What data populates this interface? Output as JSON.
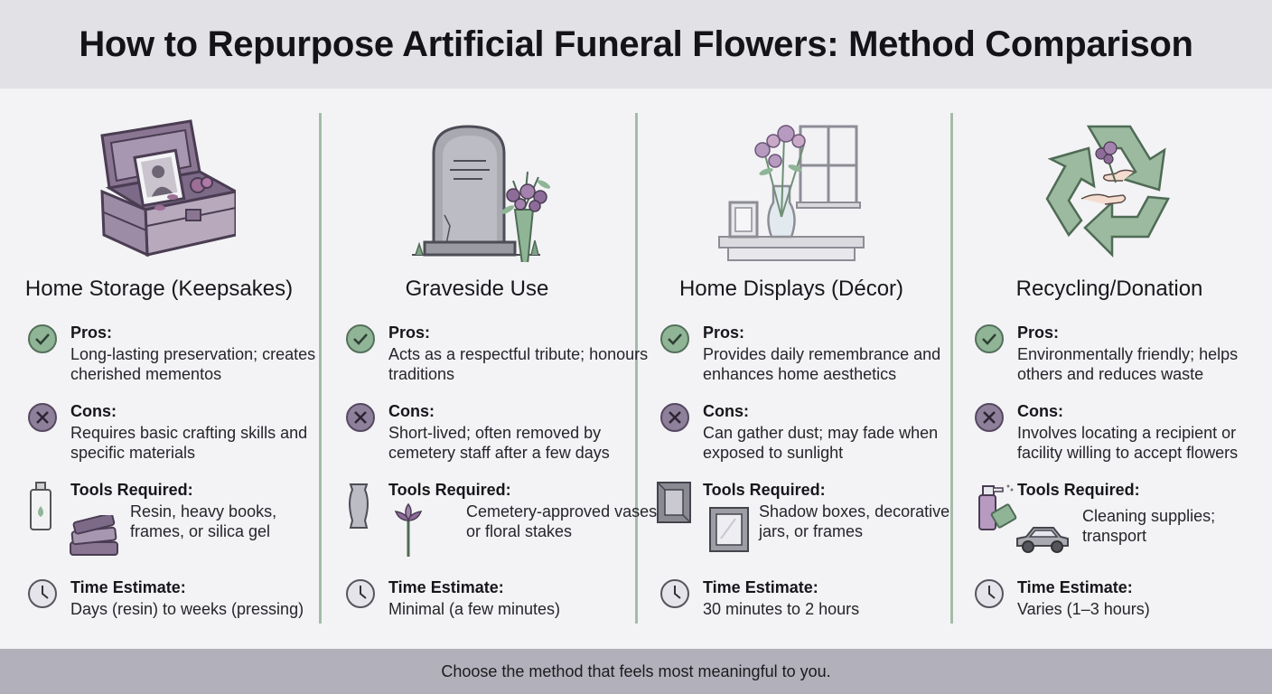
{
  "title": "How to Repurpose Artificial Funeral Flowers: Method Comparison",
  "footer": "Choose the method that feels most meaningful to you.",
  "labels": {
    "pros": "Pros:",
    "cons": "Cons:",
    "tools": "Tools Required:",
    "time": "Time Estimate:"
  },
  "colors": {
    "header_bg": "#e1e1e6",
    "footer_bg": "#b2b1bb",
    "pros_icon": "#8fb596",
    "cons_icon": "#8e7f9a",
    "divider": "#a3bda7"
  },
  "methods": [
    {
      "title": "Home Storage (Keepsakes)",
      "illustration": "keepsake-box-icon",
      "pros": "Long-lasting preservation; creates cherished mementos",
      "cons": "Requires basic crafting skills and specific materials",
      "tools": "Resin, heavy books, frames, or silica gel",
      "time": "Days (resin) to weeks (pressing)"
    },
    {
      "title": "Graveside Use",
      "illustration": "headstone-icon",
      "pros": "Acts as a respectful tribute; honours traditions",
      "cons": "Short-lived; often removed by cemetery staff after a few days",
      "tools": "Cemetery-approved vases or floral stakes",
      "time": "Minimal (a few minutes)"
    },
    {
      "title": "Home Displays (Décor)",
      "illustration": "vase-window-icon",
      "pros": "Provides daily remembrance and enhances home aesthetics",
      "cons": "Can gather dust; may fade when exposed to sunlight",
      "tools": "Shadow boxes, decorative jars, or frames",
      "time": "30 minutes to 2 hours"
    },
    {
      "title": "Recycling/Donation",
      "illustration": "recycle-icon",
      "pros": "Environmentally friendly; helps others and reduces waste",
      "cons": "Involves locating a recipient or facility willing to accept flowers",
      "tools": "Cleaning supplies; transport",
      "time": "Varies (1–3 hours)"
    }
  ]
}
